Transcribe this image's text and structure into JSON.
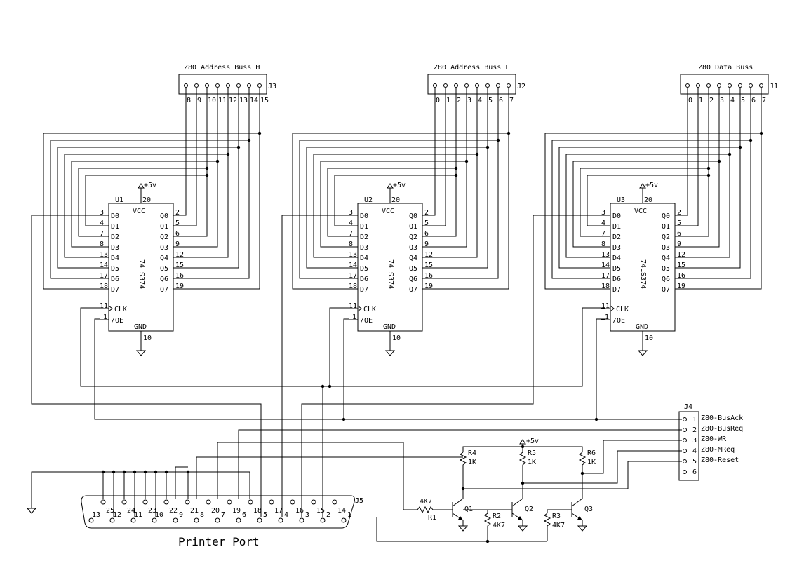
{
  "connectors": {
    "J3": {
      "title": "Z80 Address Buss H",
      "ref": "J3",
      "pins": [
        "8",
        "9",
        "10",
        "11",
        "12",
        "13",
        "14",
        "15"
      ]
    },
    "J2": {
      "title": "Z80 Address Buss L",
      "ref": "J2",
      "pins": [
        "0",
        "1",
        "2",
        "3",
        "4",
        "5",
        "6",
        "7"
      ]
    },
    "J1": {
      "title": "Z80 Data Buss",
      "ref": "J1",
      "pins": [
        "0",
        "1",
        "2",
        "3",
        "4",
        "5",
        "6",
        "7"
      ]
    }
  },
  "ics": [
    {
      "ref": "U1",
      "part": "74LS374"
    },
    {
      "ref": "U2",
      "part": "74LS374"
    },
    {
      "ref": "U3",
      "part": "74LS374"
    }
  ],
  "ic_pins": {
    "vcc": "VCC",
    "vcc_num": "20",
    "gnd": "GND",
    "gnd_num": "10",
    "supply": "+5v",
    "d_labels": [
      "D0",
      "D1",
      "D2",
      "D3",
      "D4",
      "D5",
      "D6",
      "D7"
    ],
    "d_nums": [
      "3",
      "4",
      "7",
      "8",
      "13",
      "14",
      "17",
      "18"
    ],
    "q_labels": [
      "Q0",
      "Q1",
      "Q2",
      "Q3",
      "Q4",
      "Q5",
      "Q6",
      "Q7"
    ],
    "q_nums": [
      "2",
      "5",
      "6",
      "9",
      "12",
      "15",
      "16",
      "19"
    ],
    "clk": "CLK",
    "clk_num": "11",
    "oe": "/OE",
    "oe_num": "1"
  },
  "j4": {
    "ref": "J4",
    "pins": [
      "1",
      "2",
      "3",
      "4",
      "5",
      "6"
    ],
    "signals": [
      "Z80-BusAck",
      "Z80-BusReq",
      "Z80-WR",
      "Z80-MReq",
      "Z80-Reset",
      ""
    ]
  },
  "transistors": [
    {
      "ref": "Q1"
    },
    {
      "ref": "Q2"
    },
    {
      "ref": "Q3"
    }
  ],
  "resistors": {
    "R1": {
      "ref": "R1",
      "value": "4K7"
    },
    "R2": {
      "ref": "R2",
      "value": "4K7"
    },
    "R3": {
      "ref": "R3",
      "value": "4K7"
    },
    "R4": {
      "ref": "R4",
      "value": "1K"
    },
    "R5": {
      "ref": "R5",
      "value": "1K"
    },
    "R6": {
      "ref": "R6",
      "value": "1K"
    }
  },
  "printer_port": {
    "ref": "J5",
    "title": "Printer Port",
    "top_pins": [
      "13",
      "12",
      "11",
      "10",
      "9",
      "8",
      "7",
      "6",
      "5",
      "4",
      "3",
      "2",
      "1"
    ],
    "bottom_pins": [
      "25",
      "24",
      "23",
      "22",
      "21",
      "20",
      "19",
      "18",
      "17",
      "16",
      "15",
      "14"
    ]
  }
}
